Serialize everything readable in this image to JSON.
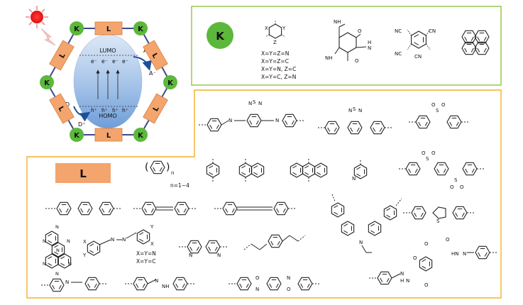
{
  "hexagon": {
    "k_label": "K",
    "l_label": "L",
    "lumo": "LUMO",
    "homo": "HOMO",
    "electron": "e⁻",
    "hole": "h⁺",
    "acceptor": "A",
    "acceptor_reduced": "A⁻",
    "donor": "D",
    "donor_oxidized": "D⁺"
  },
  "k_panel": {
    "badge": "K",
    "triazine_atoms": {
      "x": "X",
      "y": "Y",
      "z": "Z"
    },
    "conditions": [
      "X=Y=Z=N",
      "X=Y=Z=C",
      "X=Y=N, Z=C",
      "X=Y=C, Z=N"
    ],
    "keto_labels": {
      "nh_top": "NH",
      "o1": "O",
      "o2": "O",
      "h_right": "H",
      "n_right": "N",
      "nh_bottom": "NH"
    },
    "cn_labels": {
      "cn1": "NC",
      "cn2": "CN",
      "cn3": "NC",
      "cn4": "CN"
    }
  },
  "l_panel": {
    "badge": "L",
    "repeat_note": "n=1~4",
    "repeat_subscript": "n",
    "atoms": {
      "n": "N",
      "s": "S",
      "o": "O",
      "nh": "NH",
      "hn": "HN",
      "h": "H"
    },
    "x_conditions": [
      "X=Y=N",
      "X=Y=C"
    ],
    "xy_labels": {
      "x1": "X",
      "y1": "Y",
      "x2": "X",
      "y2": "Y"
    }
  },
  "colors": {
    "green_border": "#8dc63f",
    "orange_border": "#f3b12c",
    "node_green": "#5cb83a",
    "linker_orange": "#f4a46d",
    "hex_line": "#3b4a8c",
    "ellipse_top": "#c7d9f0",
    "ellipse_bottom": "#5a8fd0",
    "arrow_blue": "#1d4f9a"
  }
}
